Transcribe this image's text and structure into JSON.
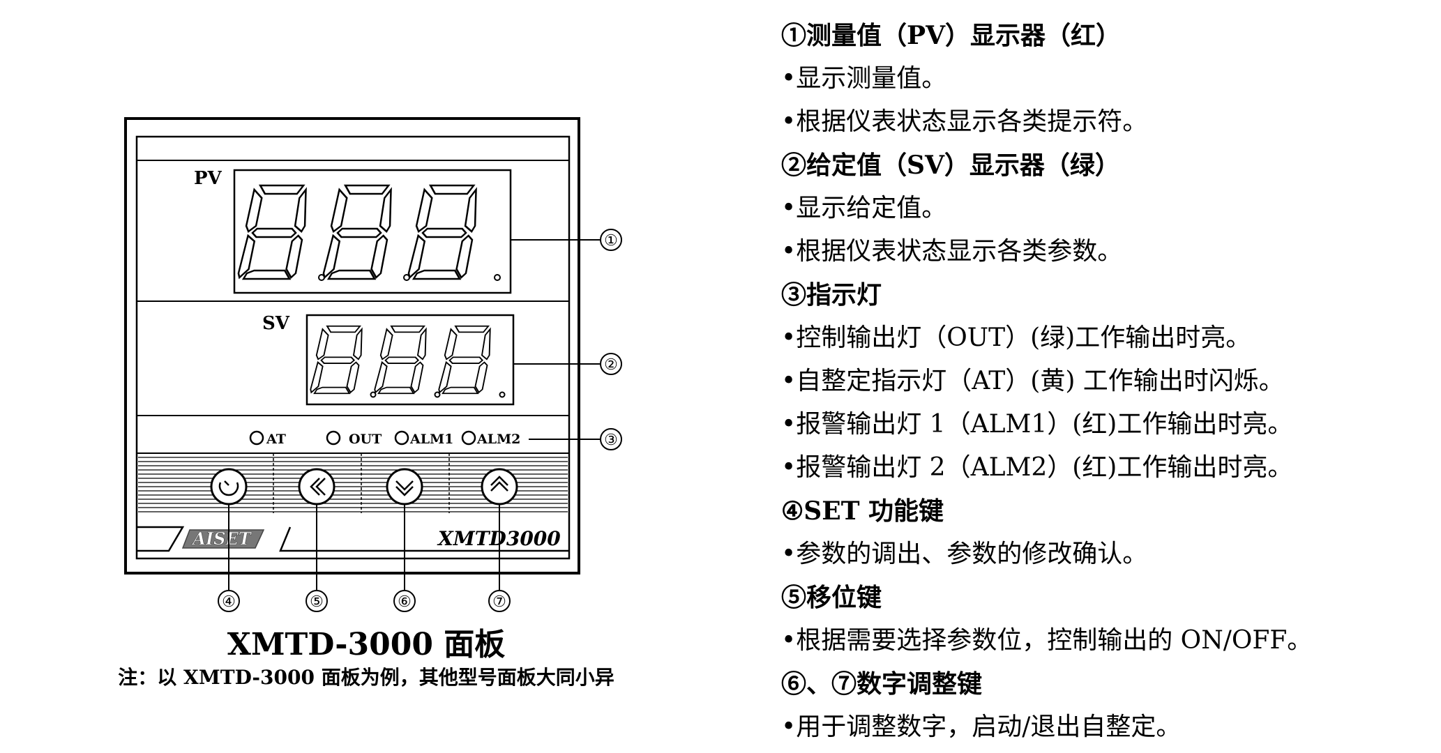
{
  "panel": {
    "pv_label": "PV",
    "sv_label": "SV",
    "indicators": [
      "AT",
      "OUT",
      "ALM1",
      "ALM2"
    ],
    "brand_logo": "AISET",
    "model_label": "XMTD3000",
    "callouts": [
      "①",
      "②",
      "③",
      "④",
      "⑤",
      "⑥",
      "⑦"
    ],
    "keys": [
      {
        "icon": "set-key-icon"
      },
      {
        "icon": "shift-left-key-icon"
      },
      {
        "icon": "down-key-icon"
      },
      {
        "icon": "up-key-icon"
      }
    ],
    "title": "XMTD-3000 面板",
    "note": "注：以 XMTD-3000 面板为例，其他型号面板大同小异"
  },
  "description": [
    {
      "type": "heading",
      "text": "①测量值（PV）显示器（红）"
    },
    {
      "type": "bullet",
      "text": "显示测量值。"
    },
    {
      "type": "bullet",
      "text": "根据仪表状态显示各类提示符。"
    },
    {
      "type": "heading",
      "text": "②给定值（SV）显示器（绿）"
    },
    {
      "type": "bullet",
      "text": "显示给定值。"
    },
    {
      "type": "bullet",
      "text": "根据仪表状态显示各类参数。"
    },
    {
      "type": "heading",
      "text": "③指示灯"
    },
    {
      "type": "bullet",
      "text": "控制输出灯（OUT）(绿)工作输出时亮。"
    },
    {
      "type": "bullet",
      "text": "自整定指示灯（AT）(黄) 工作输出时闪烁。"
    },
    {
      "type": "bullet",
      "text": "报警输出灯 1（ALM1）(红)工作输出时亮。"
    },
    {
      "type": "bullet",
      "text": "报警输出灯 2（ALM2）(红)工作输出时亮。"
    },
    {
      "type": "heading",
      "text": "④SET 功能键"
    },
    {
      "type": "bullet",
      "text": "参数的调出、参数的修改确认。"
    },
    {
      "type": "heading",
      "text": "⑤移位键"
    },
    {
      "type": "bullet",
      "text": "根据需要选择参数位，控制输出的 ON/OFF。"
    },
    {
      "type": "heading",
      "text": "⑥、⑦数字调整键"
    },
    {
      "type": "bullet",
      "text": "用于调整数字，启动/退出自整定。"
    }
  ],
  "bullet_glyph": "•"
}
